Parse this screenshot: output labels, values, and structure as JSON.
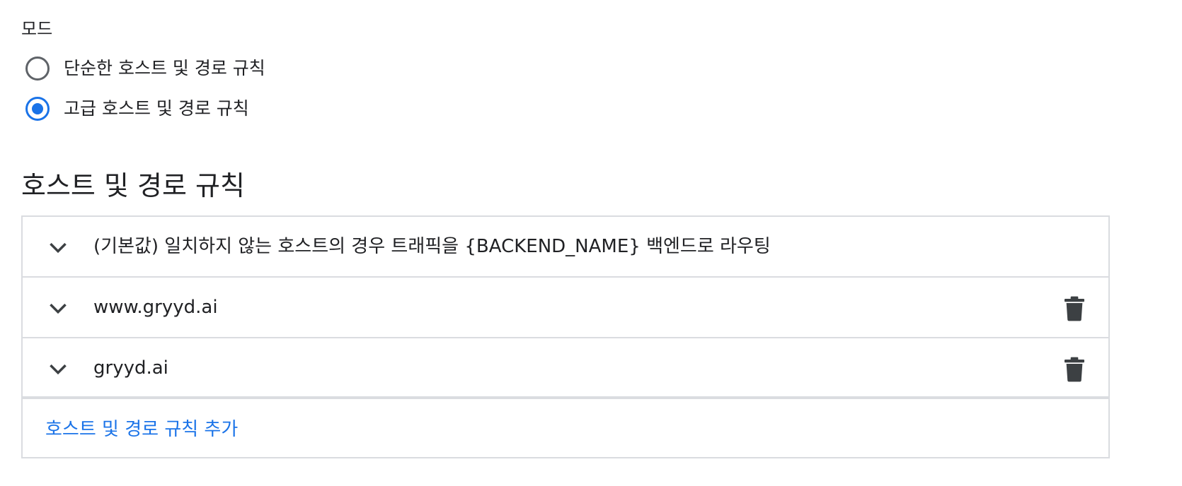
{
  "mode": {
    "label": "모드",
    "options": [
      {
        "label": "단순한 호스트 및 경로 규칙",
        "selected": false
      },
      {
        "label": "고급 호스트 및 경로 규칙",
        "selected": true
      }
    ]
  },
  "rules_section": {
    "title": "호스트 및 경로 규칙",
    "rows": [
      {
        "text": "(기본값) 일치하지 않는 호스트의 경우 트래픽을 {BACKEND_NAME} 백엔드로 라우팅",
        "expand_icon": "chevron-down-icon",
        "deletable": false
      },
      {
        "text": "www.gryyd.ai",
        "expand_icon": "chevron-down-icon",
        "deletable": true,
        "delete_icon": "trash-icon"
      },
      {
        "text": "gryyd.ai",
        "expand_icon": "chevron-down-icon",
        "deletable": true,
        "delete_icon": "trash-icon"
      }
    ],
    "add_link": "호스트 및 경로 규칙 추가"
  },
  "colors": {
    "accent": "#1a73e8",
    "text": "#202124",
    "border": "#dadce0",
    "icon": "#3c4043"
  }
}
